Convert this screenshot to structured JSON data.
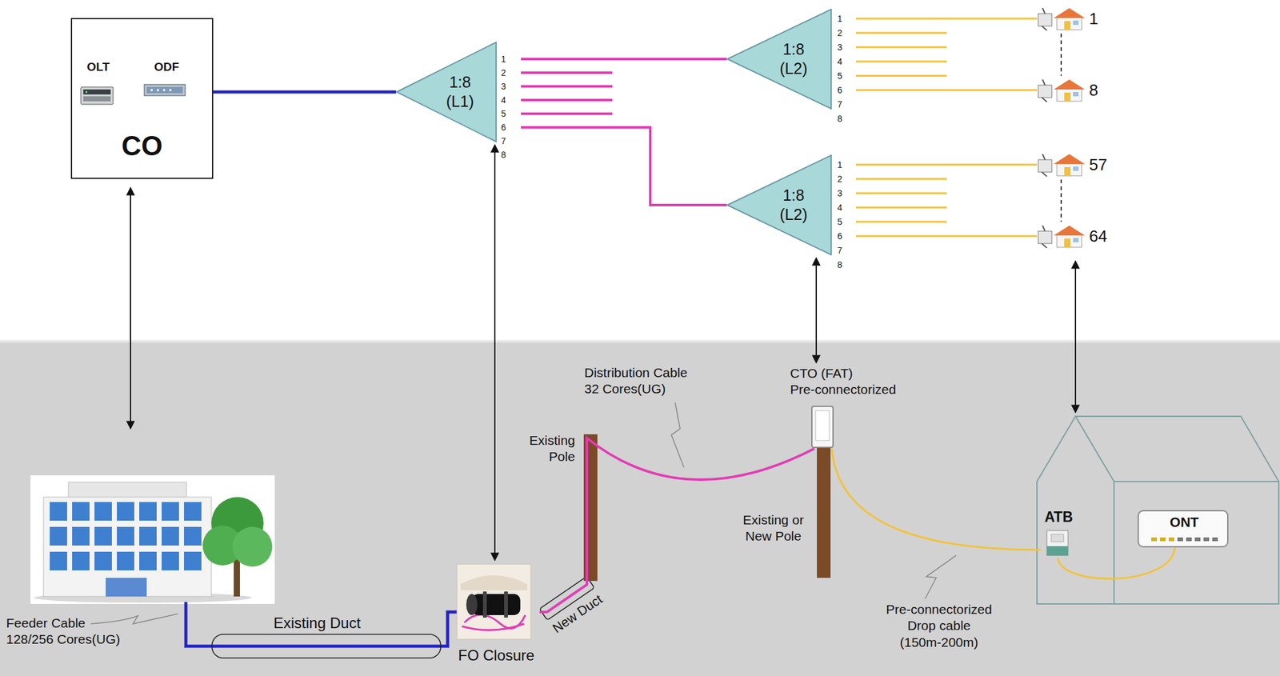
{
  "diagram": {
    "nodes": [
      {
        "text": [
          "CO"
        ]
      },
      {
        "text": [
          "OLT"
        ],
        "in": 0
      },
      {
        "text": [
          "ODF"
        ],
        "in": 0
      },
      {
        "text": [
          "1:8 (L1)"
        ]
      },
      {
        "text": [
          "1:8 (L2)"
        ]
      },
      {
        "text": [
          "1"
        ]
      },
      {
        "text": [
          "8"
        ]
      },
      {
        "text": [
          "1:8 (L2)"
        ]
      },
      {
        "text": [
          "57"
        ]
      },
      {
        "text": [
          "64"
        ]
      },
      {
        "text": [
          "FO Closure"
        ]
      },
      {
        "text": [
          "CTO (FAT) Pre-connectorized"
        ]
      },
      {
        "text": [
          "ATB"
        ]
      },
      {
        "text": [
          "ONT"
        ]
      }
    ],
    "edges": [
      {
        "from": 2,
        "to": 3,
        "arrow": "none"
      },
      {
        "from": 1,
        "to": 2,
        "arrow": "none"
      },
      {
        "from": 3,
        "to": 4,
        "arrow": "none"
      },
      {
        "from": 3,
        "to": 7,
        "arrow": "none"
      },
      {
        "from": 4,
        "to": 5,
        "arrow": "none"
      },
      {
        "from": 4,
        "to": 6,
        "arrow": "none"
      },
      {
        "from": 7,
        "to": 8,
        "arrow": "none"
      },
      {
        "from": 7,
        "to": 9,
        "arrow": "none"
      },
      {
        "from": 3,
        "to": 10,
        "arrow": "both"
      },
      {
        "from": 7,
        "to": 11,
        "arrow": "both"
      },
      {
        "from": 10,
        "to": 11,
        "arrow": "none"
      },
      {
        "from": 11,
        "to": 12,
        "arrow": "none"
      },
      {
        "from": 12,
        "to": 13,
        "arrow": "none"
      }
    ],
    "labels": [
      "1",
      "2",
      "3",
      "4",
      "5",
      "6",
      "7",
      "8",
      "1",
      "2",
      "3",
      "4",
      "5",
      "6",
      "7",
      "8",
      "1",
      "2",
      "3",
      "4",
      "5",
      "6",
      "7",
      "8",
      "Feeder Cable 128/256 Cores(UG)",
      "Existing Duct",
      "New Duct",
      "Existing Pole",
      "Distribution Cable 32 Cores(UG)",
      "Existing or New Pole",
      "Pre-connectorized Drop cable (150m-200m)"
    ]
  }
}
